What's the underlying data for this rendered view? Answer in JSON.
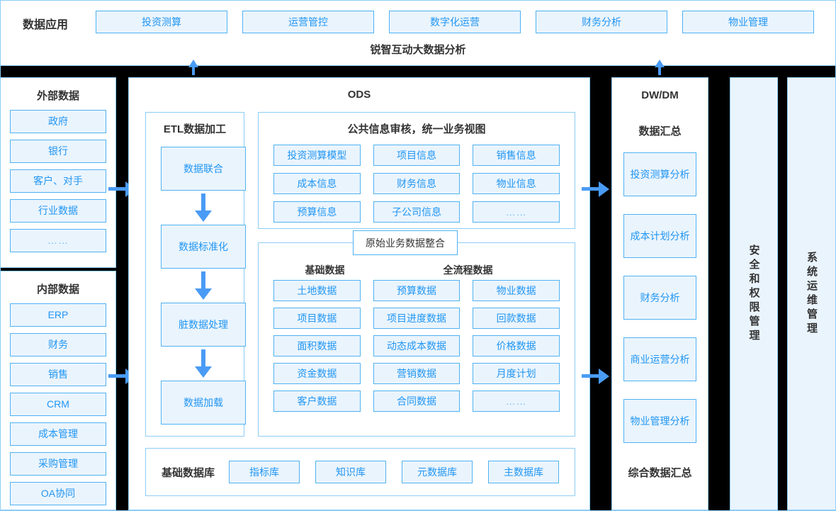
{
  "top": {
    "label": "数据应用",
    "apps": [
      "投资测算",
      "运营管控",
      "数字化运营",
      "财务分析",
      "物业管理"
    ],
    "subtitle": "锐智互动大数据分析"
  },
  "left": {
    "external": {
      "title": "外部数据",
      "items": [
        "政府",
        "银行",
        "客户、对手",
        "行业数据",
        "……"
      ]
    },
    "internal": {
      "title": "内部数据",
      "items": [
        "ERP",
        "财务",
        "销售",
        "CRM",
        "成本管理",
        "采购管理",
        "OA协同"
      ]
    }
  },
  "ods": {
    "title": "ODS",
    "etl": {
      "title": "ETL数据加工",
      "steps": [
        "数据联合",
        "数据标准化",
        "脏数据处理",
        "数据加载"
      ]
    },
    "public": {
      "title": "公共信息审核，统一业务视图",
      "items": [
        "投资测算模型",
        "项目信息",
        "销售信息",
        "成本信息",
        "财务信息",
        "物业信息",
        "预算信息",
        "子公司信息",
        "……"
      ]
    },
    "raw": {
      "label": "原始业务数据整合",
      "col1_header": "基础数据",
      "col2_header": "全流程数据",
      "items": [
        "土地数据",
        "预算数据",
        "物业数据",
        "项目数据",
        "项目进度数据",
        "回款数据",
        "面积数据",
        "动态成本数据",
        "价格数据",
        "资金数据",
        "营销数据",
        "月度计划",
        "客户数据",
        "合同数据",
        "……"
      ]
    },
    "basedb": {
      "title": "基础数据库",
      "items": [
        "指标库",
        "知识库",
        "元数据库",
        "主数据库"
      ]
    }
  },
  "dw": {
    "title": "DW/DM",
    "subtitle": "数据汇总",
    "items": [
      "投资测算分析",
      "成本计划分析",
      "财务分析",
      "商业运营分析",
      "物业管理分析"
    ],
    "footer": "综合数据汇总"
  },
  "side": {
    "security": "安全和权限管理",
    "ops": "系统运维管理"
  },
  "colors": {
    "accent": "#2196f3",
    "box_fill": "#eaf4fd",
    "box_border": "#4fb2f2",
    "panel_border": "#8dcdf5",
    "arrow": "#4a9bf5",
    "gap_background": "#000000"
  }
}
